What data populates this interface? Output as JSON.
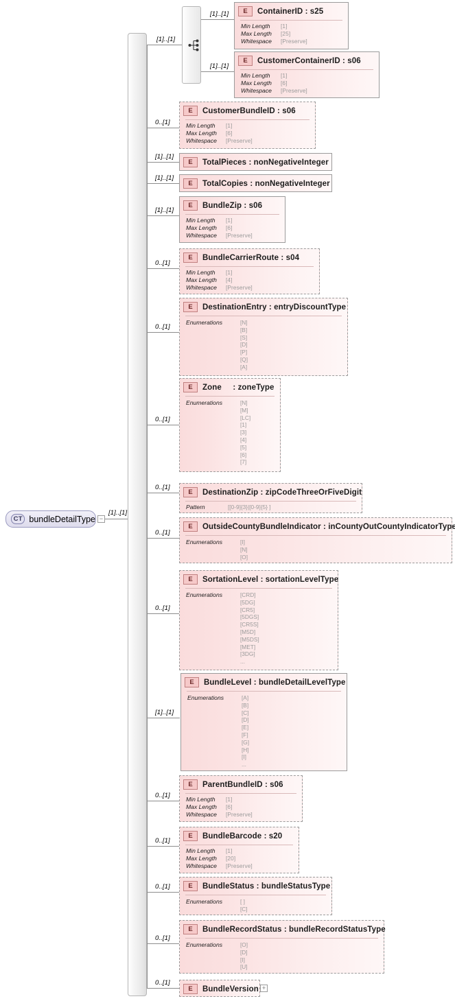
{
  "diagram": {
    "title": "bundleDetailType XSD structure diagram",
    "root": {
      "badge": "CT",
      "label": "bundleDetailType",
      "occurrence": "[1]..[1]",
      "toggle": "−"
    },
    "compositors": {
      "choice_icon": "choice-compositor-icon",
      "sequence_icon": "sequence-compositor-icon"
    },
    "facet_labels": {
      "min_length": "Min Length",
      "max_length": "Max Length",
      "whitespace": "Whitespace",
      "enumerations": "Enumerations",
      "pattern": "Pattern"
    },
    "choice_children": [
      {
        "badge": "E",
        "title": "ContainerID : s25",
        "occurrence": "[1]..[1]",
        "required": true,
        "facets": [
          {
            "name": "Min Length",
            "value": "[1]"
          },
          {
            "name": "Max Length",
            "value": "[25]"
          },
          {
            "name": "Whitespace",
            "value": "[Preserve]"
          }
        ]
      },
      {
        "badge": "E",
        "title": "CustomerContainerID : s06",
        "occurrence": "[1]..[1]",
        "required": true,
        "facets": [
          {
            "name": "Min Length",
            "value": "[1]"
          },
          {
            "name": "Max Length",
            "value": "[6]"
          },
          {
            "name": "Whitespace",
            "value": "[Preserve]"
          }
        ]
      }
    ],
    "elements": [
      {
        "badge": "E",
        "title": "CustomerBundleID : s06",
        "occurrence": "0..[1]",
        "required": false,
        "facets": [
          {
            "name": "Min Length",
            "value": "[1]"
          },
          {
            "name": "Max Length",
            "value": "[6]"
          },
          {
            "name": "Whitespace",
            "value": "[Preserve]"
          }
        ]
      },
      {
        "badge": "E",
        "title": "TotalPieces : nonNegativeInteger",
        "occurrence": "[1]..[1]",
        "required": true,
        "facets": []
      },
      {
        "badge": "E",
        "title": "TotalCopies : nonNegativeInteger",
        "occurrence": "[1]..[1]",
        "required": true,
        "facets": []
      },
      {
        "badge": "E",
        "title": "BundleZip : s06",
        "occurrence": "[1]..[1]",
        "required": true,
        "facets": [
          {
            "name": "Min Length",
            "value": "[1]"
          },
          {
            "name": "Max Length",
            "value": "[6]"
          },
          {
            "name": "Whitespace",
            "value": "[Preserve]"
          }
        ]
      },
      {
        "badge": "E",
        "title": "BundleCarrierRoute : s04",
        "occurrence": "0..[1]",
        "required": false,
        "facets": [
          {
            "name": "Min Length",
            "value": "[1]"
          },
          {
            "name": "Max Length",
            "value": "[4]"
          },
          {
            "name": "Whitespace",
            "value": "[Preserve]"
          }
        ]
      },
      {
        "badge": "E",
        "title": "DestinationEntry : entryDiscountType",
        "occurrence": "0..[1]",
        "required": false,
        "enum_label": "Enumerations",
        "enumerations": [
          "[N]",
          "[B]",
          "[S]",
          "[D]",
          "[P]",
          "[Q]",
          "[A]"
        ]
      },
      {
        "badge": "E",
        "title": "Zone     : zoneType",
        "occurrence": "0..[1]",
        "required": false,
        "enum_label": "Enumerations",
        "enumerations": [
          "[N]",
          "[M]",
          "[LC]",
          "[1]",
          "[3]",
          "[4]",
          "[5]",
          "[6]",
          "[7]",
          "..."
        ]
      },
      {
        "badge": "E",
        "title": "DestinationZip : zipCodeThreeOrFiveDigit",
        "occurrence": "0..[1]",
        "required": false,
        "pattern_label": "Pattern",
        "pattern": "[[0-9]{3}|[0-9]{5} ]"
      },
      {
        "badge": "E",
        "title": "OutsideCountyBundleIndicator : inCountyOutCountyIndicatorType",
        "occurrence": "0..[1]",
        "required": false,
        "enum_label": "Enumerations",
        "enumerations": [
          "[I]",
          "[N]",
          "[O]"
        ]
      },
      {
        "badge": "E",
        "title": "SortationLevel : sortationLevelType",
        "occurrence": "0..[1]",
        "required": false,
        "enum_label": "Enumerations",
        "enumerations": [
          "[CRD]",
          "[5DG]",
          "[CR5]",
          "[5DGS]",
          "[CR5S]",
          "[M5D]",
          "[M5DS]",
          "[MET]",
          "[3DG]",
          "..."
        ]
      },
      {
        "badge": "E",
        "title": "BundleLevel : bundleDetailLevelType",
        "occurrence": "[1]..[1]",
        "required": true,
        "enum_label": "Enumerations",
        "enumerations": [
          "[A]",
          "[B]",
          "[C]",
          "[D]",
          "[E]",
          "[F]",
          "[G]",
          "[H]",
          "[I]",
          "..."
        ]
      },
      {
        "badge": "E",
        "title": "ParentBundleID : s06",
        "occurrence": "0..[1]",
        "required": false,
        "facets": [
          {
            "name": "Min Length",
            "value": "[1]"
          },
          {
            "name": "Max Length",
            "value": "[6]"
          },
          {
            "name": "Whitespace",
            "value": "[Preserve]"
          }
        ]
      },
      {
        "badge": "E",
        "title": "BundleBarcode : s20",
        "occurrence": "0..[1]",
        "required": false,
        "facets": [
          {
            "name": "Min Length",
            "value": "[1]"
          },
          {
            "name": "Max Length",
            "value": "[20]"
          },
          {
            "name": "Whitespace",
            "value": "[Preserve]"
          }
        ]
      },
      {
        "badge": "E",
        "title": "BundleStatus : bundleStatusType",
        "occurrence": "0..[1]",
        "required": false,
        "enum_label": "Enumerations",
        "enumerations": [
          "[ ]",
          "[C]"
        ]
      },
      {
        "badge": "E",
        "title": "BundleRecordStatus : bundleRecordStatusType",
        "occurrence": "0..[1]",
        "required": false,
        "enum_label": "Enumerations",
        "enumerations": [
          "[O]",
          "[D]",
          "[I]",
          "[U]"
        ]
      },
      {
        "badge": "E",
        "title": "BundleVersion",
        "occurrence": "0..[1]",
        "required": false,
        "toggle": "+"
      }
    ],
    "colors": {
      "element_fill": "#fadcdc",
      "element_border": "#9b9b9b",
      "badge_fill": "#f6c9c9",
      "badge_border": "#c08080",
      "root_fill": "#e6e4f2",
      "root_border": "#9a9ac0",
      "line": "#8c8c8c",
      "facet_value": "#9a9a9a"
    }
  }
}
